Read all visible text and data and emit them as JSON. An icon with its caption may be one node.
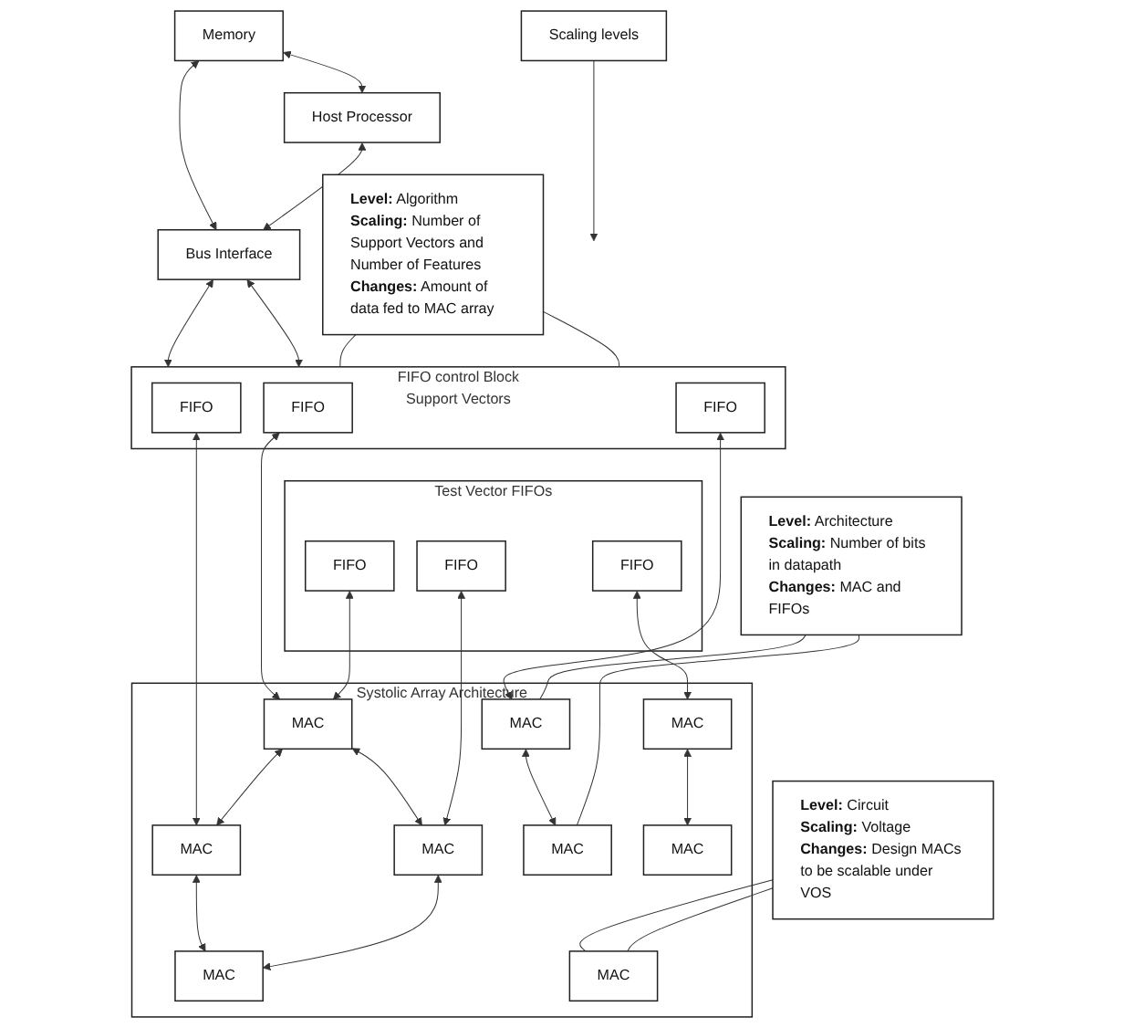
{
  "diagram": {
    "nodes": [
      {
        "text": [
          "Memory"
        ]
      },
      {
        "text": [
          "Host Processor"
        ]
      },
      {
        "text": [
          "Bus Interface"
        ]
      },
      {
        "text": [
          "Scaling levels"
        ]
      },
      {
        "text": [
          "FIFO control Block",
          "Support Vectors"
        ]
      },
      {
        "text": [
          "FIFO"
        ],
        "in": 4
      },
      {
        "text": [
          "FIFO"
        ],
        "in": 4
      },
      {
        "text": [
          "FIFO"
        ],
        "in": 4
      },
      {
        "text": [
          "Test Vector FIFOs"
        ]
      },
      {
        "text": [
          "FIFO"
        ],
        "in": 8
      },
      {
        "text": [
          "FIFO"
        ],
        "in": 8
      },
      {
        "text": [
          "FIFO"
        ],
        "in": 8
      },
      {
        "text": [
          "Systolic Array Architecture"
        ]
      },
      {
        "text": [
          "MAC"
        ],
        "in": 12
      },
      {
        "text": [
          "MAC"
        ],
        "in": 12
      },
      {
        "text": [
          "MAC"
        ],
        "in": 12
      },
      {
        "text": [
          "MAC"
        ],
        "in": 12
      },
      {
        "text": [
          "MAC"
        ],
        "in": 12
      },
      {
        "text": [
          "MAC"
        ],
        "in": 12
      },
      {
        "text": [
          "MAC"
        ],
        "in": 12
      },
      {
        "text": [
          "MAC"
        ],
        "in": 12
      },
      {
        "text": [
          "MAC"
        ],
        "in": 12
      },
      {
        "text": [
          "**Level:** Algorithm",
          "**Scaling:** Number of Support Vectors and Number of Features",
          "**Changes:** Amount of data fed to MAC array"
        ]
      },
      {
        "text": [
          "**Level:** Architecture",
          "**Scaling:** Number of bits in datapath",
          "**Changes:** MAC and FIFOs"
        ]
      },
      {
        "text": [
          "**Level:** Circuit",
          "**Scaling:** Voltage",
          "**Changes:** Design MACs to be scalable under VOS"
        ]
      }
    ],
    "edges": [
      {
        "from": 0,
        "to": 1,
        "arrow": "both"
      },
      {
        "from": 0,
        "to": 2,
        "arrow": "both"
      },
      {
        "from": 1,
        "to": 2,
        "arrow": "both"
      },
      {
        "from": 2,
        "to": 4,
        "arrow": "both"
      },
      {
        "from": 2,
        "to": 4,
        "arrow": "both"
      },
      {
        "from": 3,
        "to": null,
        "arrow": "to"
      },
      {
        "from": 5,
        "to": 13,
        "arrow": "both"
      },
      {
        "from": 6,
        "to": 14,
        "arrow": "both"
      },
      {
        "from": 7,
        "to": 15,
        "arrow": "both"
      },
      {
        "from": 9,
        "to": 13,
        "arrow": "both"
      },
      {
        "from": 13,
        "to": 14,
        "arrow": "both"
      },
      {
        "from": 13,
        "to": 16,
        "arrow": "both"
      },
      {
        "from": 14,
        "to": 17,
        "arrow": "both"
      },
      {
        "from": 15,
        "to": 18,
        "arrow": "both"
      },
      {
        "from": 10,
        "to": 16,
        "arrow": "both"
      },
      {
        "from": 16,
        "to": 17,
        "arrow": "both"
      },
      {
        "from": 11,
        "to": 19,
        "arrow": "both"
      },
      {
        "from": 19,
        "to": 20,
        "arrow": "both"
      },
      {
        "from": 22,
        "to": 4,
        "arrow": "none"
      },
      {
        "from": 22,
        "to": 4,
        "arrow": "none"
      },
      {
        "from": 23,
        "to": 15,
        "arrow": "none"
      },
      {
        "from": 23,
        "to": 18,
        "arrow": "none"
      },
      {
        "from": 24,
        "to": 21,
        "arrow": "none"
      },
      {
        "from": 24,
        "to": 21,
        "arrow": "none"
      }
    ]
  }
}
